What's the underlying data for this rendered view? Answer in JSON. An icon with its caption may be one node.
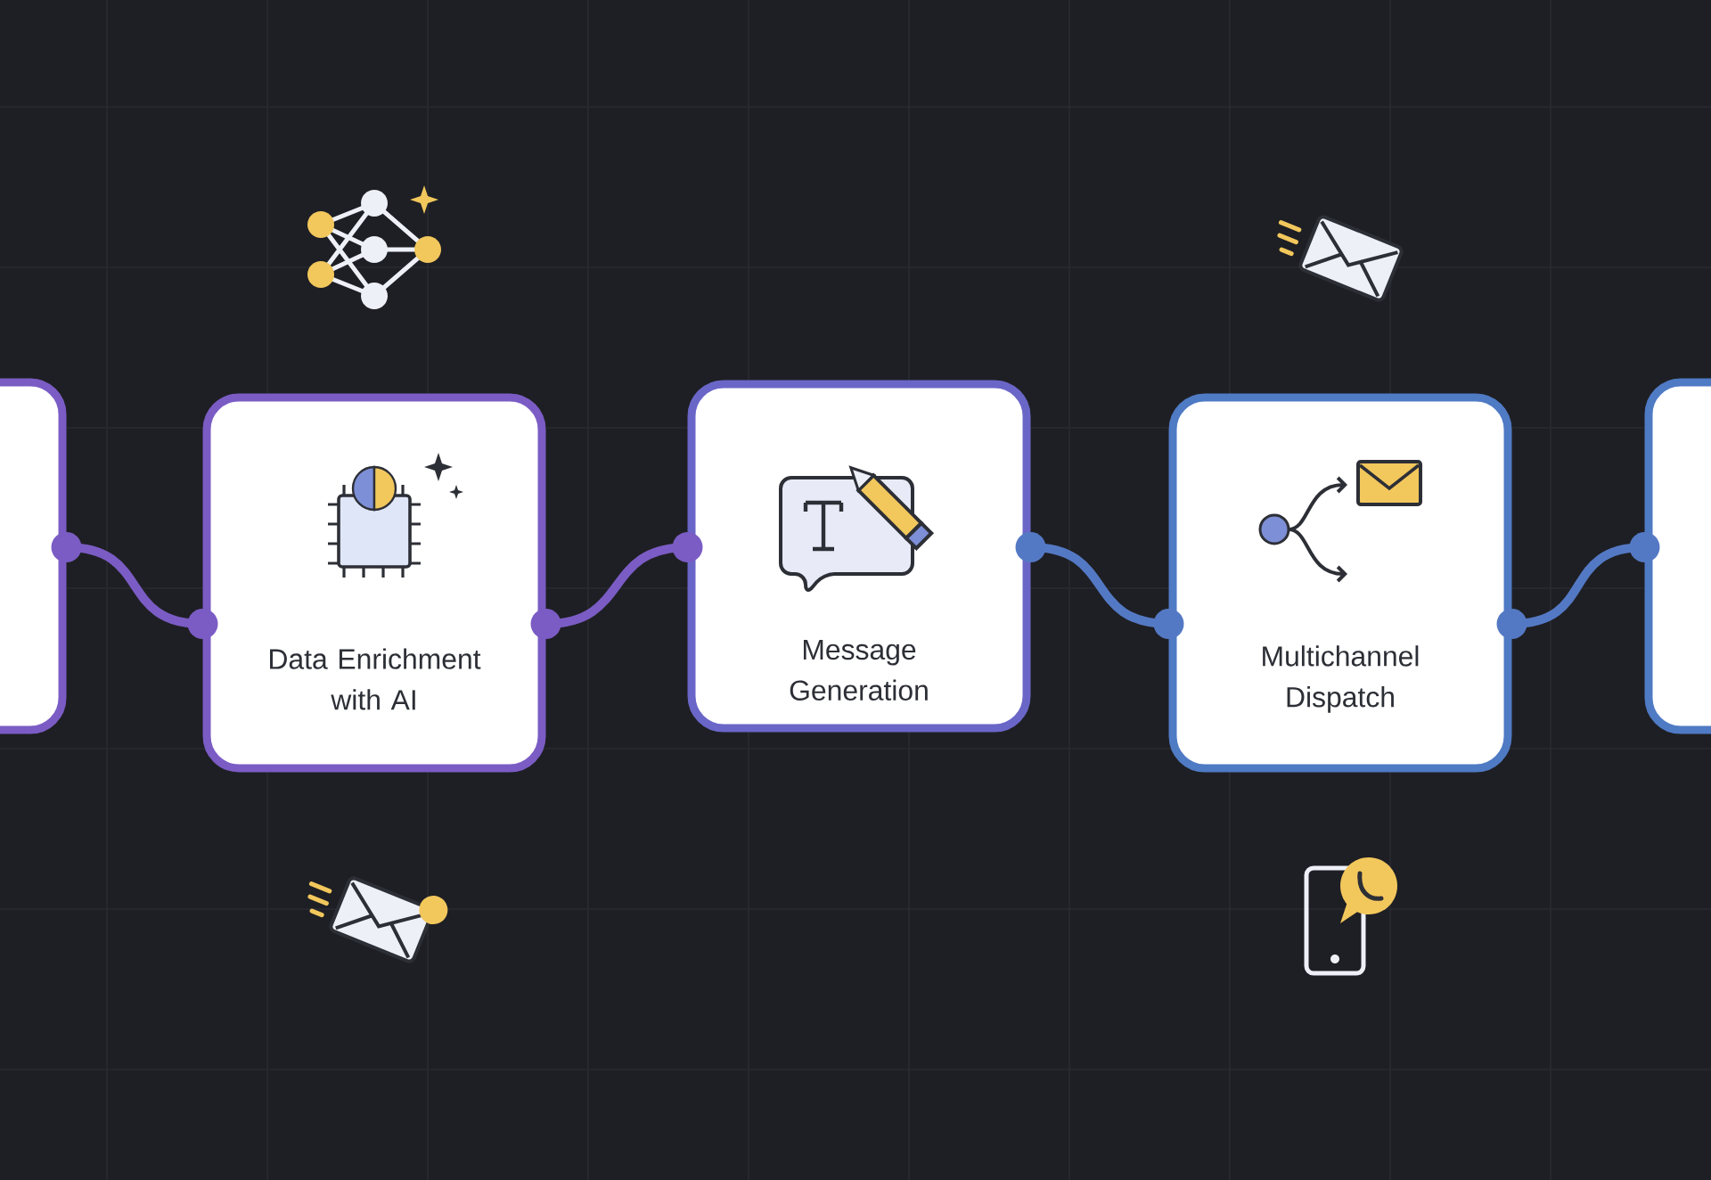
{
  "diagram": {
    "nodes": [
      {
        "text": [],
        "shape": "box"
      },
      {
        "text": [
          "Data Enrichment with AI"
        ]
      },
      {
        "text": [
          "Message Generation"
        ]
      },
      {
        "text": [
          "Multichannel Dispatch"
        ]
      },
      {
        "text": [],
        "shape": "box"
      }
    ],
    "edges": [
      {
        "from": 0,
        "to": 1,
        "arrow": "other",
        "color": "#7b5cc4"
      },
      {
        "from": 1,
        "to": 2,
        "arrow": "other",
        "color": "#7b5cc4"
      },
      {
        "from": 2,
        "to": 3,
        "arrow": "other",
        "color": "#5479c4"
      },
      {
        "from": 3,
        "to": 4,
        "arrow": "other",
        "color": "#5479c4"
      }
    ]
  }
}
